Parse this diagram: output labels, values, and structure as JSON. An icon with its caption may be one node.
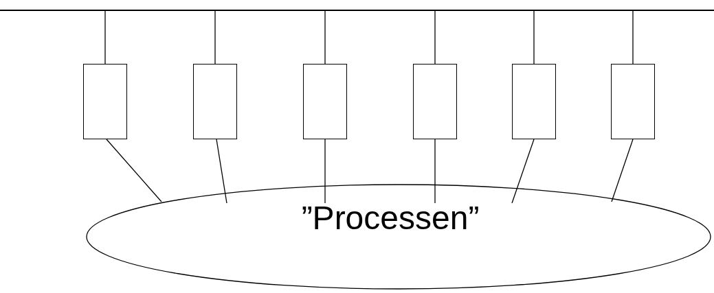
{
  "diagram": {
    "nodes": [
      {
        "text": [],
        "shape": "bar"
      },
      {
        "text": [],
        "shape": "box"
      },
      {
        "text": [],
        "shape": "box"
      },
      {
        "text": [],
        "shape": "box"
      },
      {
        "text": [],
        "shape": "box"
      },
      {
        "text": [],
        "shape": "box"
      },
      {
        "text": [],
        "shape": "box"
      },
      {
        "text": [
          "”Processen”"
        ]
      }
    ],
    "edges": [
      {
        "from": 0,
        "to": 1,
        "arrow": "none"
      },
      {
        "from": 0,
        "to": 2,
        "arrow": "none"
      },
      {
        "from": 0,
        "to": 3,
        "arrow": "none"
      },
      {
        "from": 0,
        "to": 4,
        "arrow": "none"
      },
      {
        "from": 0,
        "to": 5,
        "arrow": "none"
      },
      {
        "from": 0,
        "to": 6,
        "arrow": "none"
      },
      {
        "from": 1,
        "to": 7,
        "arrow": "none"
      },
      {
        "from": 2,
        "to": 7,
        "arrow": "none"
      },
      {
        "from": 3,
        "to": 7,
        "arrow": "none"
      },
      {
        "from": 4,
        "to": 7,
        "arrow": "none"
      },
      {
        "from": 5,
        "to": 7,
        "arrow": "none"
      },
      {
        "from": 6,
        "to": 7,
        "arrow": "none"
      }
    ]
  }
}
